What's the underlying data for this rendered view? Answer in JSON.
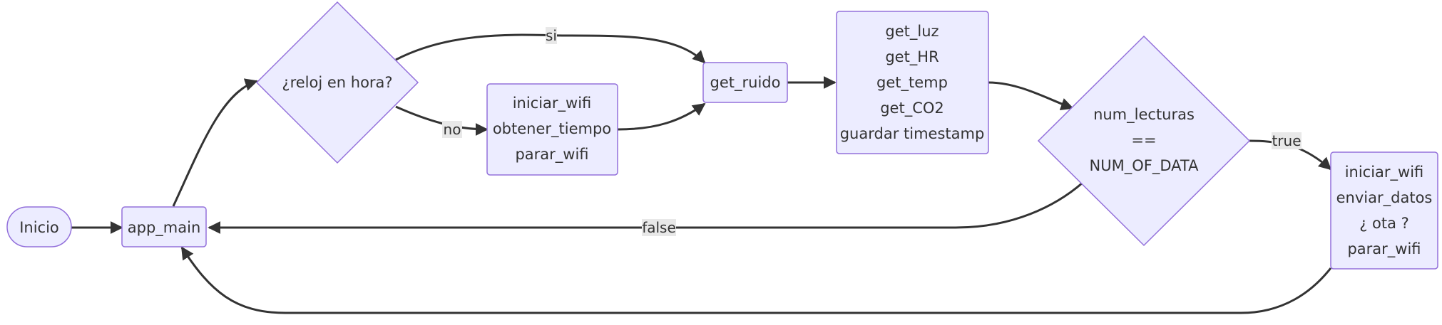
{
  "nodes": {
    "inicio": {
      "label": "Inicio"
    },
    "app_main": {
      "label": "app_main"
    },
    "reloj": {
      "label": "¿reloj en hora?"
    },
    "wifi_time": {
      "lines": [
        "iniciar_wifi",
        "obtener_tiempo",
        "parar_wifi"
      ]
    },
    "get_ruido": {
      "label": "get_ruido"
    },
    "sensors": {
      "lines": [
        "get_luz",
        "get_HR",
        "get_temp",
        "get_CO2",
        "guardar timestamp"
      ]
    },
    "num_check": {
      "lines": [
        "num_lecturas",
        "==",
        "NUM_OF_DATA"
      ]
    },
    "send": {
      "lines": [
        "iniciar_wifi",
        "enviar_datos",
        "¿ ota ?",
        "parar_wifi"
      ]
    }
  },
  "edges": {
    "si": "si",
    "no": "no",
    "true": "true",
    "false": "false"
  },
  "colors": {
    "node_fill": "#ECECFF",
    "node_stroke": "#9370DB",
    "edge": "#333333"
  }
}
